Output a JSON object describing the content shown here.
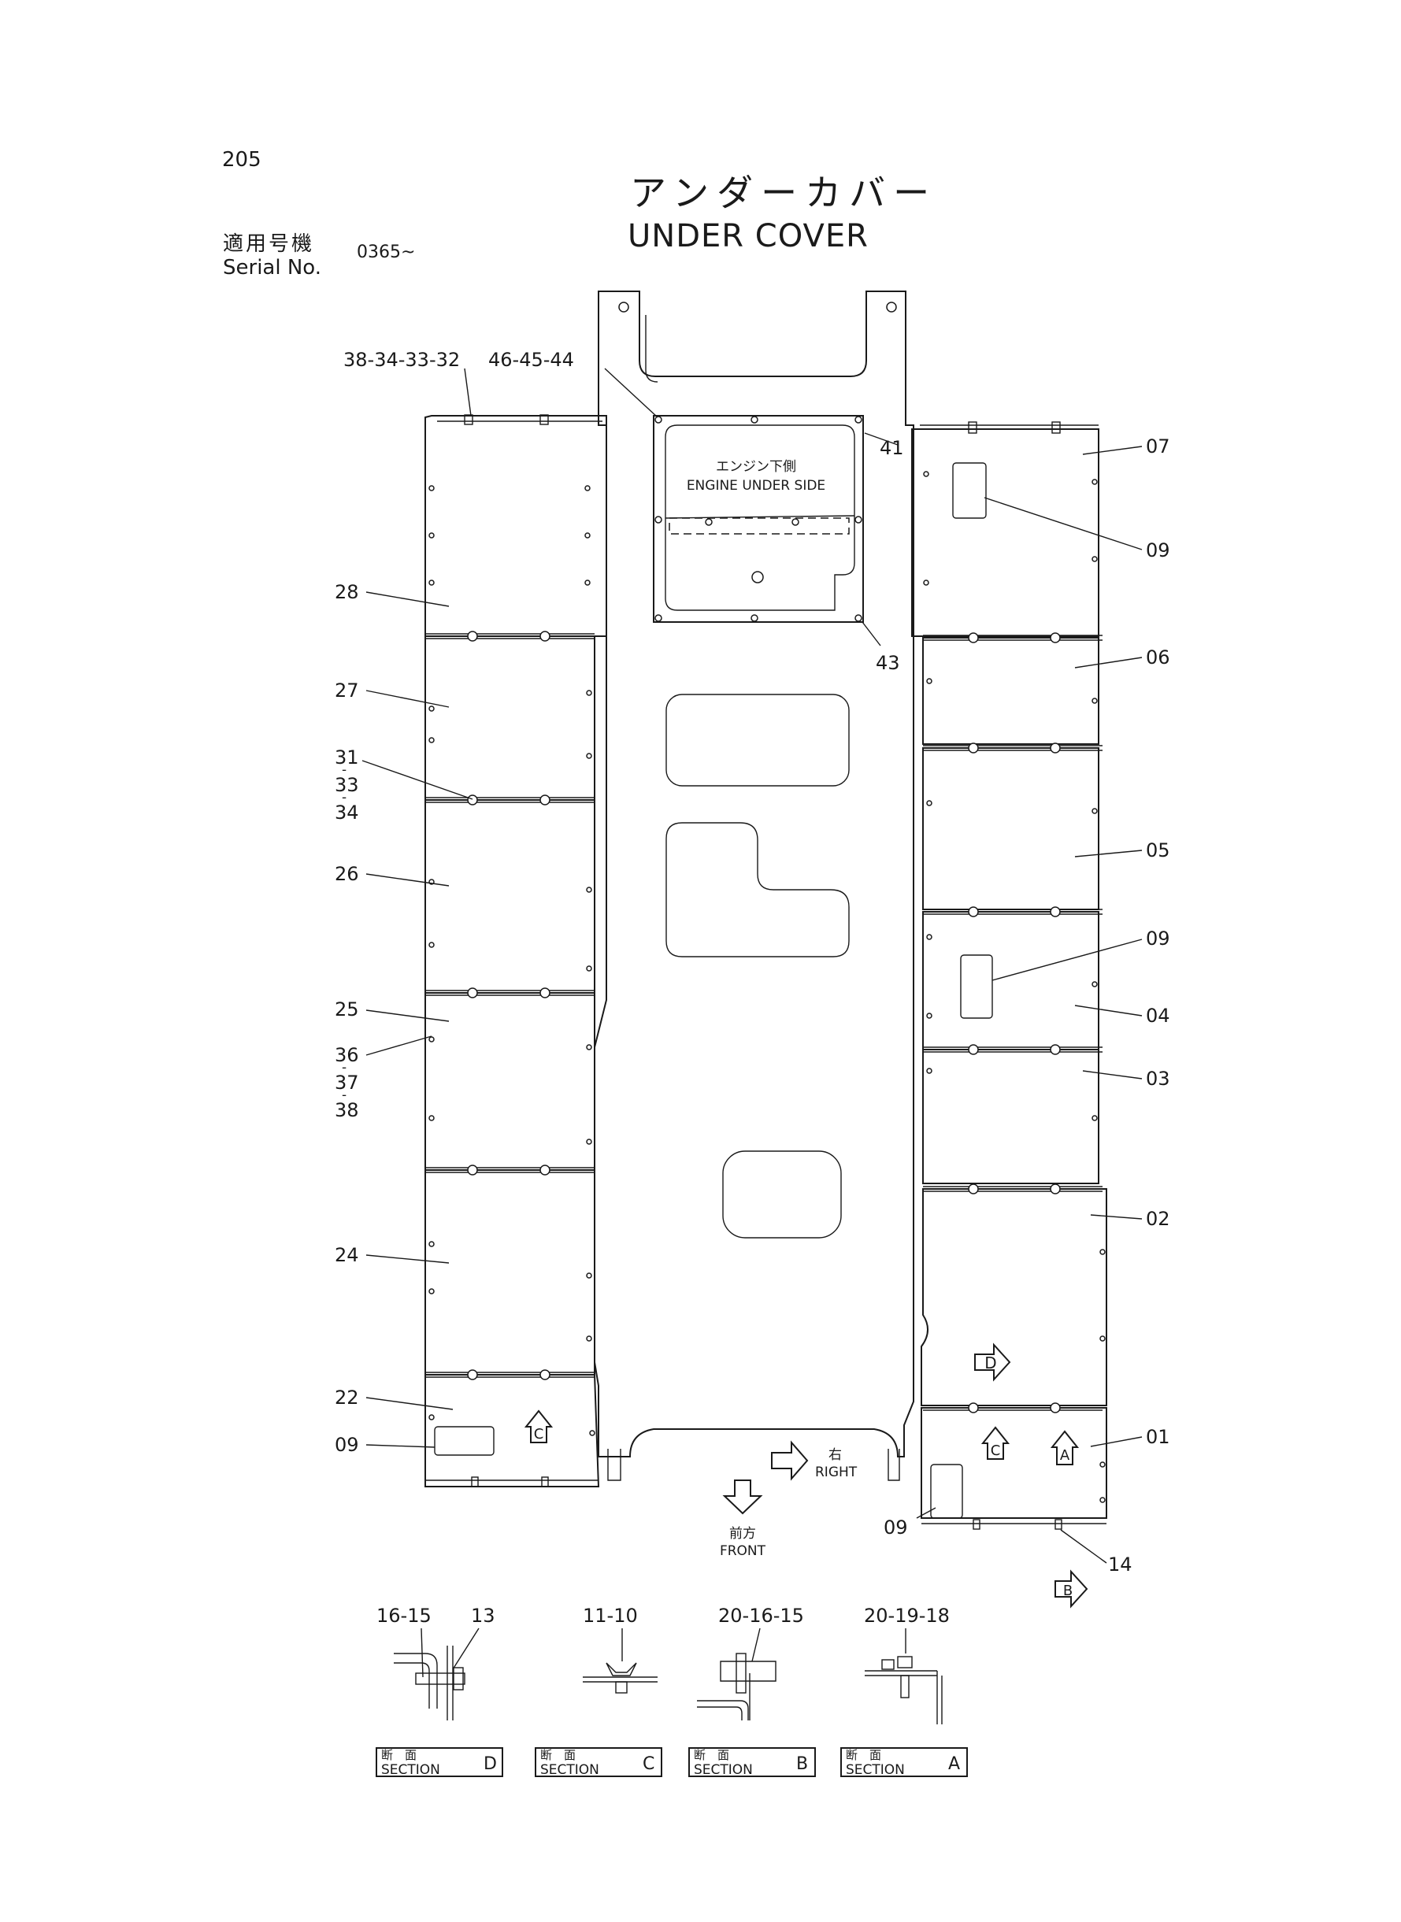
{
  "page_number": "205",
  "title_jp": "アンダーカバー",
  "title_en": "UNDER COVER",
  "serial": {
    "label_jp": "適用号機",
    "label_en": "Serial No.",
    "value": "0365~"
  },
  "center_panel": {
    "label_jp": "エンジン下側",
    "label_en": "ENGINE UNDER SIDE"
  },
  "callouts": {
    "c38_34_33_32": "38-34-33-32",
    "c46_45_44": "46-45-44",
    "c41": "41",
    "c43": "43",
    "c07": "07",
    "c09_a": "09",
    "c06": "06",
    "c05": "05",
    "c09_b": "09",
    "c04": "04",
    "c03": "03",
    "c02": "02",
    "c01": "01",
    "c14": "14",
    "c09_c": "09",
    "c28": "28",
    "c27": "27",
    "c31": "31",
    "c33": "33",
    "c34": "34",
    "c26": "26",
    "c25": "25",
    "c36": "36",
    "c37": "37",
    "c38": "38",
    "c24": "24",
    "c22": "22",
    "c09_d": "09"
  },
  "direction": {
    "right_jp": "右",
    "right_en": "RIGHT",
    "front_jp": "前方",
    "front_en": "FRONT"
  },
  "view_markers": {
    "a": "A",
    "b": "B",
    "c": "C",
    "d": "D"
  },
  "sections": [
    {
      "callouts": [
        "16-15",
        "13"
      ],
      "label_jp": "断　面",
      "label_en": "SECTION",
      "letter": "D"
    },
    {
      "callouts": [
        "11-10"
      ],
      "label_jp": "断　面",
      "label_en": "SECTION",
      "letter": "C"
    },
    {
      "callouts": [
        "20-16-15"
      ],
      "label_jp": "断　面",
      "label_en": "SECTION",
      "letter": "B"
    },
    {
      "callouts": [
        "20-19-18"
      ],
      "label_jp": "断　面",
      "label_en": "SECTION",
      "letter": "A"
    }
  ]
}
